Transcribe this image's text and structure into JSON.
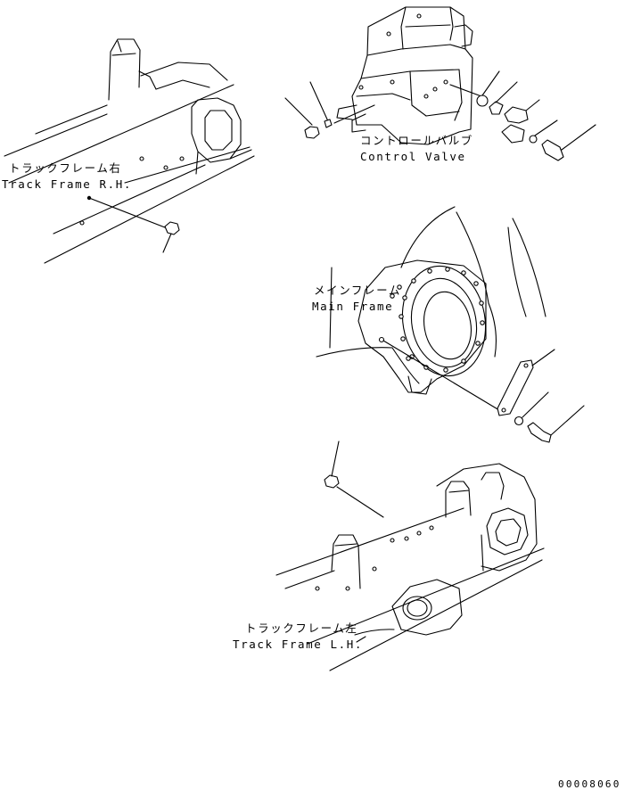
{
  "labels": {
    "track_frame_rh_jp": "トラックフレーム右",
    "track_frame_rh_en": "Track Frame R.H.",
    "control_valve_jp": "コントロールバルブ",
    "control_valve_en": "Control Valve",
    "main_frame_jp": "メインフレーム",
    "main_frame_en": "Main Frame",
    "track_frame_lh_jp": "トラックフレーム左",
    "track_frame_lh_en": "Track Frame L.H."
  },
  "drawing_code": "00008060"
}
